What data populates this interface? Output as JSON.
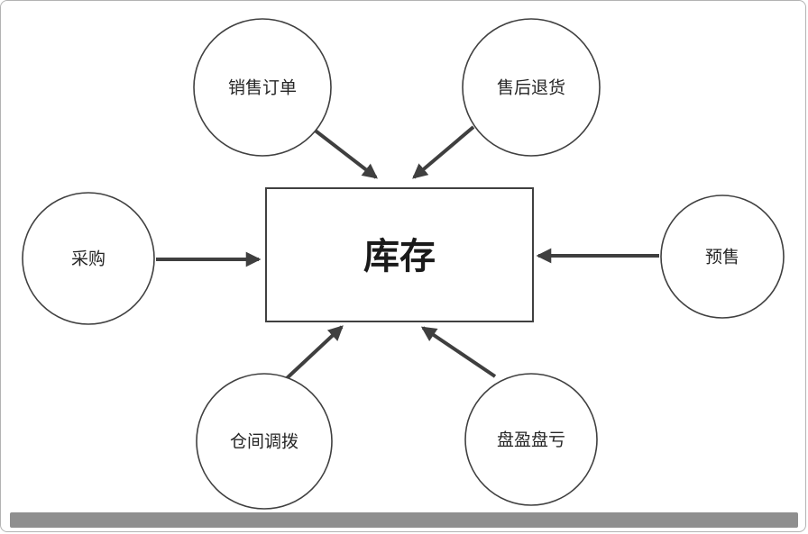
{
  "diagram": {
    "title": "inventory-flow-diagram",
    "center": {
      "label": "库存"
    },
    "nodes": [
      {
        "id": "sales-order",
        "label": "销售订单",
        "position": "top-left"
      },
      {
        "id": "after-sales-return",
        "label": "售后退货",
        "position": "top-right"
      },
      {
        "id": "procurement",
        "label": "采购",
        "position": "left"
      },
      {
        "id": "presale",
        "label": "预售",
        "position": "right"
      },
      {
        "id": "warehouse-transfer",
        "label": "仓间调拨",
        "position": "bottom-left"
      },
      {
        "id": "inventory-gain-loss",
        "label": "盘盈盘亏",
        "position": "bottom-right"
      }
    ],
    "arrows": [
      {
        "from": "sales-order",
        "to": "center"
      },
      {
        "from": "after-sales-return",
        "to": "center"
      },
      {
        "from": "procurement",
        "to": "center"
      },
      {
        "from": "presale",
        "to": "center"
      },
      {
        "from": "warehouse-transfer",
        "to": "center"
      },
      {
        "from": "inventory-gain-loss",
        "to": "center"
      }
    ],
    "colors": {
      "stroke": "#3f3f3f",
      "background": "#ffffff",
      "bottom_bar": "#8f8f8f"
    }
  }
}
